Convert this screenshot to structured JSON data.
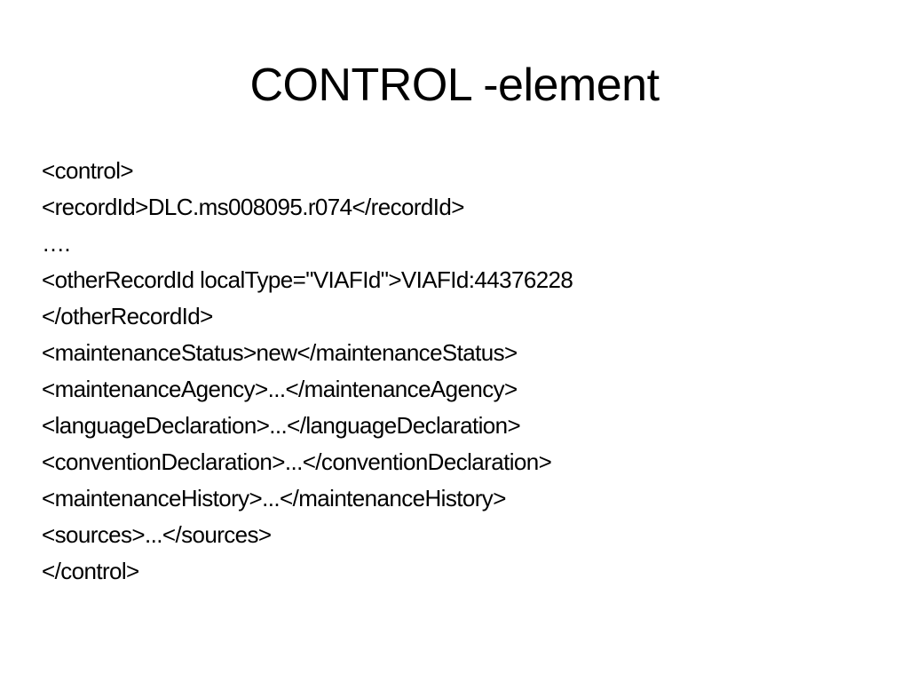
{
  "slide": {
    "title": "CONTROL -element",
    "lines": [
      "<control>",
      "<recordId>DLC.ms008095.r074</recordId>",
      "….",
      "<otherRecordId localType=\"VIAFId\">VIAFId:44376228",
      "</otherRecordId>",
      "<maintenanceStatus>new</maintenanceStatus>",
      "<maintenanceAgency>...</maintenanceAgency>",
      "<languageDeclaration>...</languageDeclaration>",
      "<conventionDeclaration>...</conventionDeclaration>",
      "<maintenanceHistory>...</maintenanceHistory>",
      "<sources>...</sources>",
      "</control>"
    ]
  }
}
